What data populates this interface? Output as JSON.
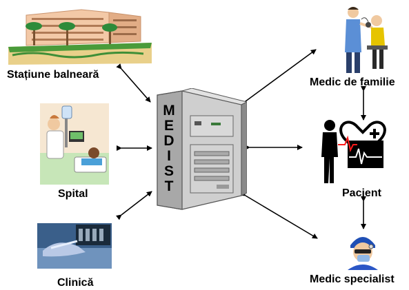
{
  "server": {
    "letters": [
      "M",
      "E",
      "D",
      "I",
      "S",
      "T"
    ]
  },
  "nodes": {
    "statiune": {
      "label": "Stațiune balneară",
      "icon": "resort-building-icon"
    },
    "spital": {
      "label": "Spital",
      "icon": "hospital-bed-icon"
    },
    "clinica": {
      "label": "Clinică",
      "icon": "clinic-surgery-icon"
    },
    "medic_familie": {
      "label": "Medic de familie",
      "icon": "doctor-patient-icon"
    },
    "pacient": {
      "label": "Pacient",
      "icon": "patient-heart-monitor-icon"
    },
    "medic_specialist": {
      "label": "Medic specialist",
      "icon": "surgeon-icon"
    }
  },
  "connections": [
    {
      "from": "MEDIST",
      "to": "Stațiune balneară",
      "direction": "both"
    },
    {
      "from": "MEDIST",
      "to": "Spital",
      "direction": "both"
    },
    {
      "from": "MEDIST",
      "to": "Clinică",
      "direction": "both"
    },
    {
      "from": "MEDIST",
      "to": "Medic de familie",
      "direction": "both"
    },
    {
      "from": "MEDIST",
      "to": "Pacient",
      "direction": "both"
    },
    {
      "from": "MEDIST",
      "to": "Medic specialist",
      "direction": "both"
    },
    {
      "from": "Medic de familie",
      "to": "Pacient",
      "direction": "both"
    },
    {
      "from": "Pacient",
      "to": "Medic specialist",
      "direction": "both"
    }
  ],
  "colors": {
    "arrow": "#000000",
    "server_body": "#c8c8c8",
    "server_dark": "#7a7a7a",
    "sky": "#ffffff",
    "building": "#f2c7a8",
    "palm": "#2e8b3a",
    "heart_monitor": "#000000",
    "ecg": "#ff1a1a"
  }
}
